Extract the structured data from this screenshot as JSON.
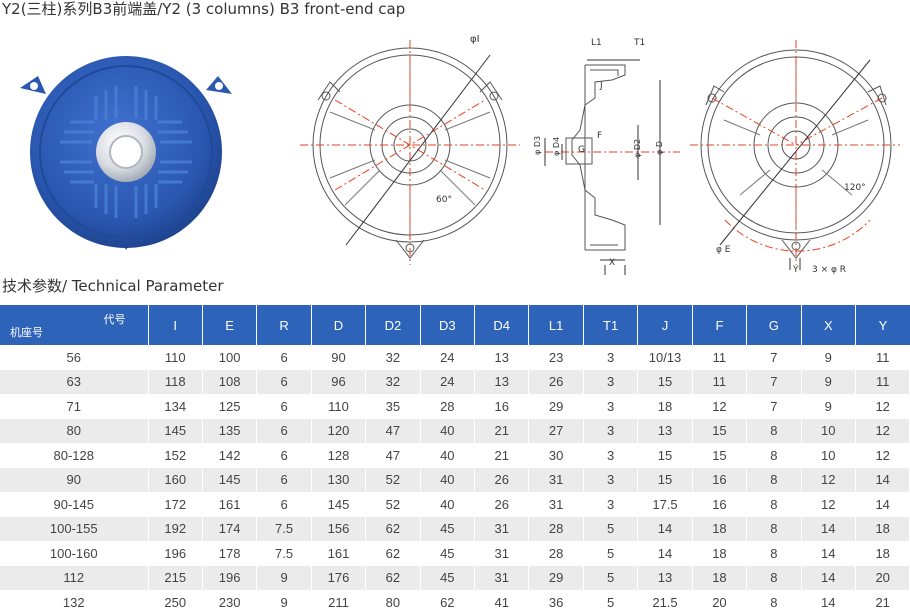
{
  "header": {
    "title": "Y2(三柱)系列B3前端盖/Y2 (3 columns) B3 front-end cap"
  },
  "figures": {
    "front_view": {
      "dim_diameter_I": "φI",
      "angle": "60°"
    },
    "section_view": {
      "L1": "L1",
      "T1": "T1",
      "J": "J",
      "F": "F",
      "G": "G",
      "D3": "φ D3",
      "D4": "φ D4",
      "D2": "φ D2",
      "D": "φ D",
      "X": "X"
    },
    "back_view": {
      "angle": "120°",
      "E": "φ E",
      "Y": "Y",
      "R": "3 × φ R"
    }
  },
  "section": {
    "title": "技术参数/ Technical Parameter"
  },
  "table": {
    "corner_top": "代号",
    "corner_bottom": "机座号",
    "columns": [
      "I",
      "E",
      "R",
      "D",
      "D2",
      "D3",
      "D4",
      "L1",
      "T1",
      "J",
      "F",
      "G",
      "X",
      "Y"
    ],
    "rows": [
      [
        "56",
        "110",
        "100",
        "6",
        "90",
        "32",
        "24",
        "13",
        "23",
        "3",
        "10/13",
        "11",
        "7",
        "9",
        "11"
      ],
      [
        "63",
        "118",
        "108",
        "6",
        "96",
        "32",
        "24",
        "13",
        "26",
        "3",
        "15",
        "11",
        "7",
        "9",
        "11"
      ],
      [
        "71",
        "134",
        "125",
        "6",
        "110",
        "35",
        "28",
        "16",
        "29",
        "3",
        "18",
        "12",
        "7",
        "9",
        "12"
      ],
      [
        "80",
        "145",
        "135",
        "6",
        "120",
        "47",
        "40",
        "21",
        "27",
        "3",
        "13",
        "15",
        "8",
        "10",
        "12"
      ],
      [
        "80-128",
        "152",
        "142",
        "6",
        "128",
        "47",
        "40",
        "21",
        "30",
        "3",
        "15",
        "15",
        "8",
        "10",
        "12"
      ],
      [
        "90",
        "160",
        "145",
        "6",
        "130",
        "52",
        "40",
        "26",
        "31",
        "3",
        "15",
        "16",
        "8",
        "12",
        "14"
      ],
      [
        "90-145",
        "172",
        "161",
        "6",
        "145",
        "52",
        "40",
        "26",
        "31",
        "3",
        "17.5",
        "16",
        "8",
        "12",
        "14"
      ],
      [
        "100-155",
        "192",
        "174",
        "7.5",
        "156",
        "62",
        "45",
        "31",
        "28",
        "5",
        "14",
        "18",
        "8",
        "14",
        "18"
      ],
      [
        "100-160",
        "196",
        "178",
        "7.5",
        "161",
        "62",
        "45",
        "31",
        "28",
        "5",
        "14",
        "18",
        "8",
        "14",
        "18"
      ],
      [
        "112",
        "215",
        "196",
        "9",
        "176",
        "62",
        "45",
        "31",
        "29",
        "5",
        "13",
        "18",
        "8",
        "14",
        "20"
      ],
      [
        "132",
        "250",
        "230",
        "9",
        "211",
        "80",
        "62",
        "41",
        "36",
        "5",
        "21.5",
        "20",
        "8",
        "14",
        "21"
      ]
    ]
  },
  "colors": {
    "header_blue": "#2d63b8",
    "cap_blue": "#2a57b0",
    "centerline_red": "#e8401c"
  }
}
